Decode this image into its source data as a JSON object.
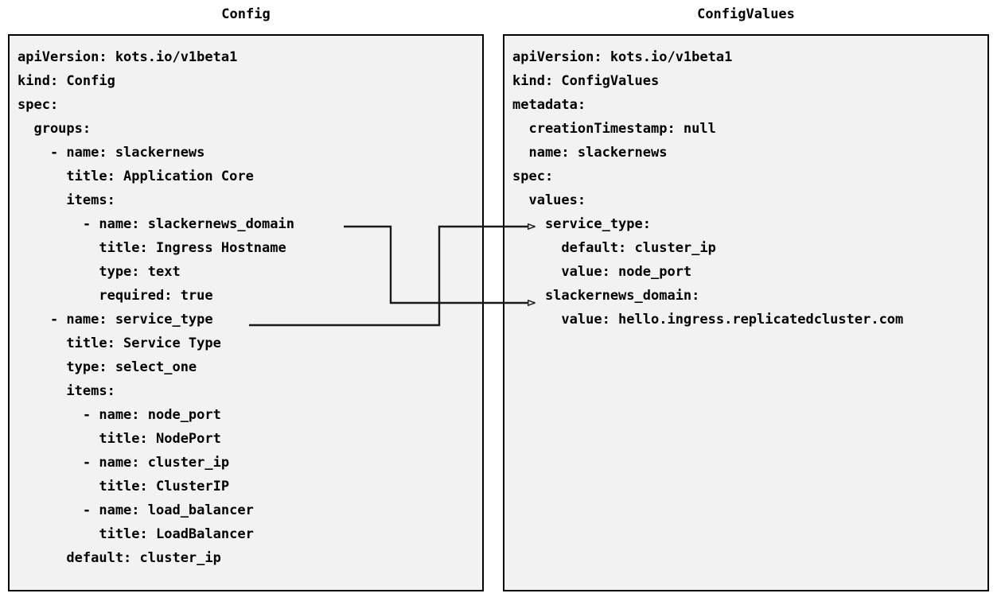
{
  "panels": {
    "left": {
      "title": "Config",
      "lines": [
        "apiVersion: kots.io/v1beta1",
        "kind: Config",
        "spec:",
        "  groups:",
        "    - name: slackernews",
        "      title: Application Core",
        "      items:",
        "        - name: slackernews_domain",
        "          title: Ingress Hostname",
        "          type: text",
        "          required: true",
        "    - name: service_type",
        "      title: Service Type",
        "      type: select_one",
        "      items:",
        "        - name: node_port",
        "          title: NodePort",
        "        - name: cluster_ip",
        "          title: ClusterIP",
        "        - name: load_balancer",
        "          title: LoadBalancer",
        "      default: cluster_ip"
      ]
    },
    "right": {
      "title": "ConfigValues",
      "lines": [
        "apiVersion: kots.io/v1beta1",
        "kind: ConfigValues",
        "metadata:",
        "  creationTimestamp: null",
        "  name: slackernews",
        "spec:",
        "  values:",
        "    service_type:",
        "      default: cluster_ip",
        "      value: node_port",
        "    slackernews_domain:",
        "      value: hello.ingress.replicatedcluster.com"
      ]
    }
  },
  "connectors": [
    {
      "name": "slackernews-domain-link",
      "from_label": "slackernews_domain",
      "to_label": "slackernews_domain:"
    },
    {
      "name": "service-type-link",
      "from_label": "service_type",
      "to_label": "service_type:"
    }
  ],
  "colors": {
    "panel_background": "#f2f2f2",
    "panel_border": "#000000",
    "text": "#000000",
    "connector": "#1a1a1a",
    "page_background": "#ffffff"
  }
}
